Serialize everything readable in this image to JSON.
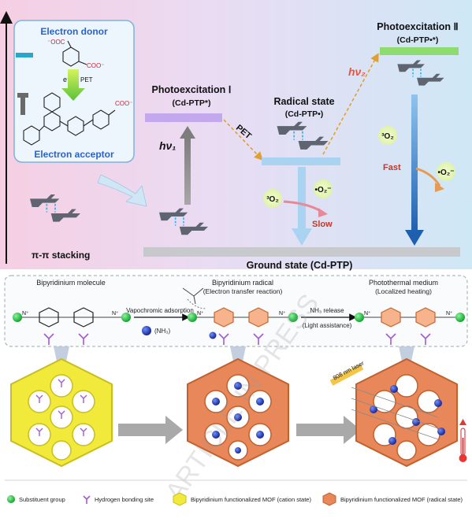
{
  "top": {
    "donor_label": "Electron donor",
    "acceptor_label": "Electron acceptor",
    "pet_small": "PET",
    "e_minus": "e⁻",
    "coo_left": "⁻OOC",
    "coo_right": "COO⁻",
    "coo_acceptor": "COO⁻",
    "pi_stacking": "π-π stacking",
    "photo1_title": "Photoexcitation Ⅰ",
    "photo1_sub": "(Cd-PTP*)",
    "hv1": "hν₁",
    "pet": "PET",
    "radical_title": "Radical state",
    "radical_sub": "(Cd-PTP•)",
    "o2_triplet": "³O₂",
    "o2_superoxide": "•O₂⁻",
    "slow": "Slow",
    "hv2": "hν₂",
    "photo2_title": "Photoexcitation Ⅱ",
    "photo2_sub": "(Cd-PTP•*)",
    "o2_triplet_2": "³O₂",
    "fast": "Fast",
    "o2_superoxide_2": "•O₂⁻",
    "ground_state": "Ground state (Cd-PTP)"
  },
  "bottom": {
    "bipy_molecule": "Bipyridinium molecule",
    "bipy_radical": "Bipyridinium radical",
    "electron_transfer": "(Electron transfer reaction)",
    "photothermal": "Photothermal medium",
    "localized_heating": "(Localized heating)",
    "vapochromic": "Vapochromic adsorption",
    "nh3": "(NH₃)",
    "nh3_release": "NH₃ release",
    "light_assist": "(Light assistance)",
    "laser": "808 nm laser",
    "n_plus": "N⁺",
    "watermark": "ARTICLE IN PRESS"
  },
  "legend": {
    "substituent": "Substituent group",
    "hbond": "Hydrogen bonding site",
    "mof_cation": "Bipyridinium functionalized MOF (cation state)",
    "mof_radical": "Bipyridinium functionalized MOF (radical state)"
  },
  "colors": {
    "donor_blue": "#2b62c9",
    "hv_red": "#e8533e",
    "pet_orange": "#d98a1b",
    "mof_yellow": "#f1ea3a",
    "mof_orange": "#e8875a",
    "green_dot": "#19c23a",
    "bond_purple": "#a35bd0"
  }
}
